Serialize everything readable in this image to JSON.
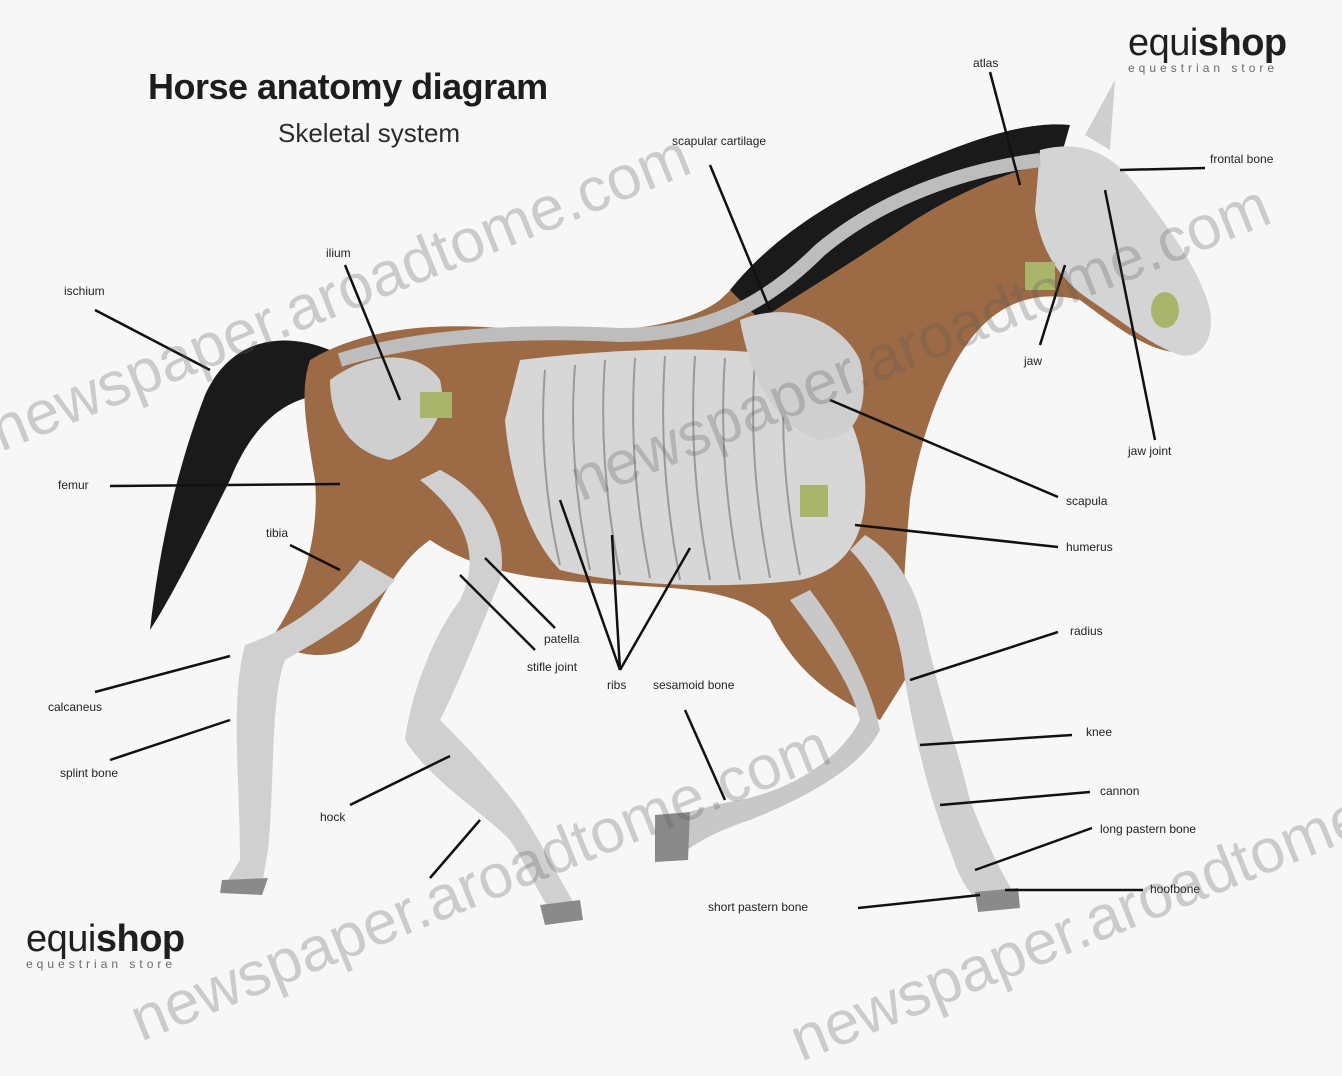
{
  "header": {
    "title": "Horse anatomy diagram",
    "subtitle": "Skeletal system"
  },
  "brand": {
    "name_light": "equi",
    "name_bold": "shop",
    "tagline": "equestrian store"
  },
  "labels": {
    "atlas": "atlas",
    "nuchal_cartilage": "scapular cartilage",
    "frontal_bone": "frontal bone",
    "ilium": "ilium",
    "ischium": "ischium",
    "jaw": "jaw",
    "jaw_joint": "jaw joint",
    "femur": "femur",
    "scapula": "scapula",
    "tibia": "tibia",
    "humerus": "humerus",
    "patella": "patella",
    "stifle_joint": "stifle joint",
    "ribs": "ribs",
    "sesamoid_bone": "sesamoid bone",
    "radius": "radius",
    "calcaneus": "calcaneus",
    "knee": "knee",
    "splint_bone": "splint bone",
    "cannon": "cannon",
    "hock": "hock",
    "long_pastern_bone": "long pastern bone",
    "hoofbone": "hoofbone",
    "short_pastern_bone": "short pastern bone"
  },
  "watermark": {
    "text": "newspaper.aroadtome.com"
  },
  "colors": {
    "coat": "#9c6a45",
    "mane": "#1a1a1a",
    "bone": "#c9c9c9",
    "cartilage": "#a9b56b",
    "background": "#f7f7f7"
  }
}
